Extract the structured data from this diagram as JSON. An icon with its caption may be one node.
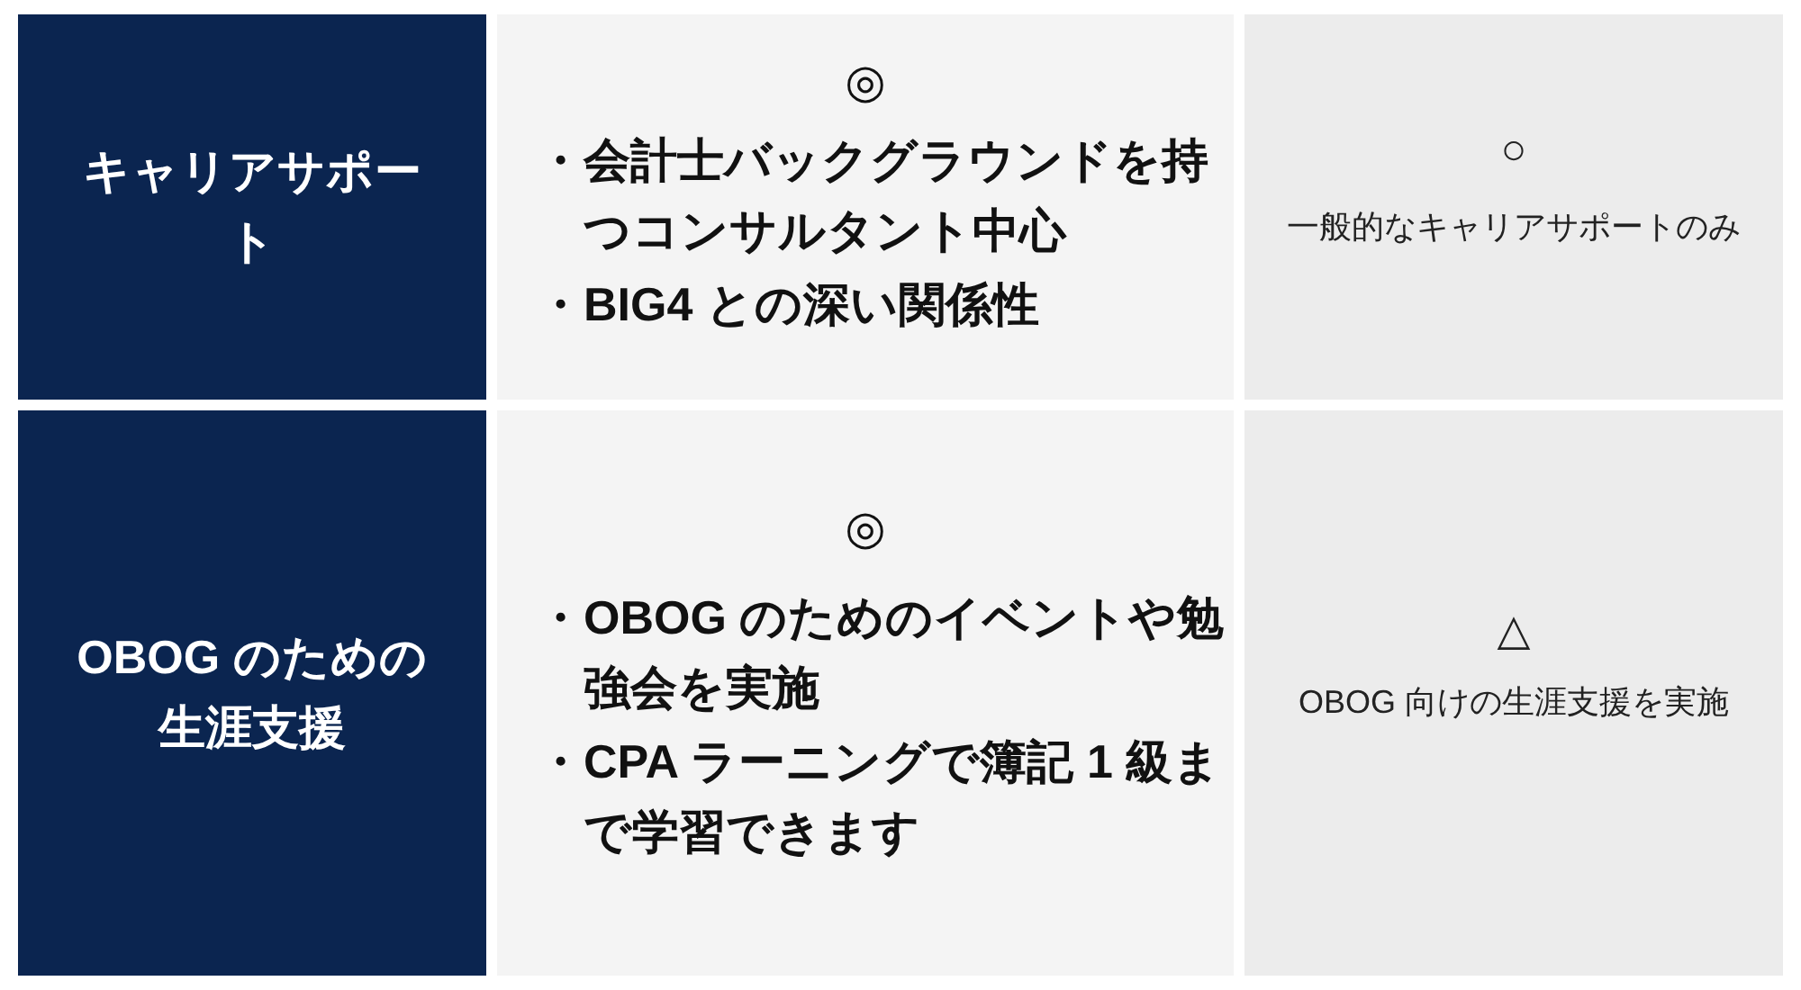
{
  "diagram": {
    "labels": [
      "キャリアサポート",
      "◎",
      "・会計士バックグラウンドを持つコンサルタント中心",
      "・BIG4 との深い関係性",
      "○",
      "一般的なキャリアサポートのみ",
      "OBOG のための生涯支援",
      "◎",
      "・OBOG のためのイベントや勉強会を実施",
      "・CPA ラーニングで簿記 1 級まで学習できます",
      "△",
      "OBOG 向けの生涯支援を実施"
    ]
  }
}
